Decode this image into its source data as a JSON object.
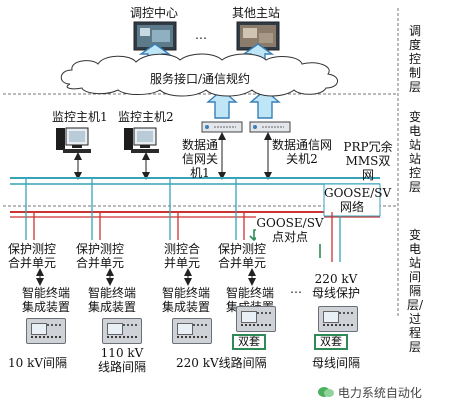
{
  "top": {
    "control_center": "调控中心",
    "ellipsis": "…",
    "other_station": "其他主站",
    "cloud_label": "服务接口/通信规约"
  },
  "layers": {
    "dispatch": "调度控制层",
    "station_control": "变电站站控层",
    "bay_process": "变电站间隔层/过程层"
  },
  "station": {
    "host1": "监控主机1",
    "host2": "监控主机2",
    "gw1": "数据通信网关机1",
    "gw2": "数据通信网关机2",
    "prp": "PRP冗余 MMS双网",
    "goose_net": "GOOSE/SV 网络",
    "goose_p2p": "GOOSE/SV 点对点"
  },
  "units": {
    "pm1": "保护测控合并单元",
    "pm2": "保护测控合并单元",
    "mm": "测控合并单元",
    "pm4": "保护测控合并单元",
    "ellipsis": "…",
    "term1": "智能终端集成装置",
    "term2": "智能终端集成装置",
    "term3": "智能终端集成装置",
    "term4": "智能终端集成装置",
    "busprot": "220 kV 母线保护",
    "dual1": "双套",
    "dual2": "双套"
  },
  "bays": {
    "b10": "10 kV间隔",
    "b110": "110 kV 线路间隔",
    "b220": "220 kV线路间隔",
    "bus": "母线间隔"
  },
  "watermark": "电力系统自动化",
  "colors": {
    "mms_line": "#36a3b8",
    "goose_line": "#cc3333",
    "arrow_fill": "#bfe6f7",
    "arrow_stroke": "#3a7fb5",
    "dual_border": "#2e8b57",
    "wechat_green": "#4cb05a"
  }
}
